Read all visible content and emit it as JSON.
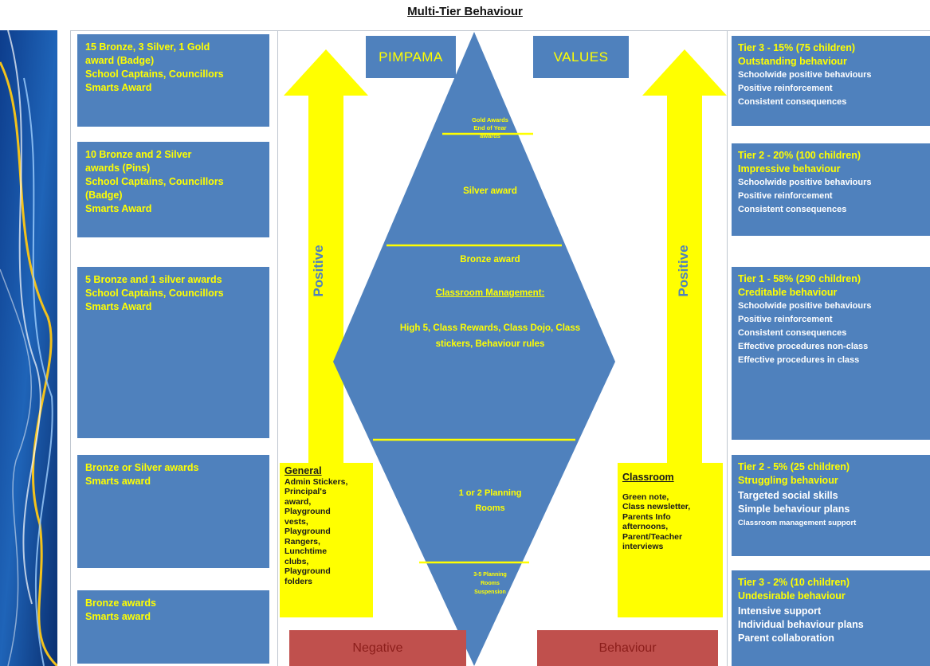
{
  "title": "Multi-Tier Behaviour",
  "colors": {
    "box_blue": "#4f81bd",
    "text_yellow": "#ffff00",
    "arrow_yellow": "#ffff00",
    "negative_red": "#c0504d"
  },
  "left_boxes": [
    {
      "lines": [
        "15 Bronze, 3 Silver, 1 Gold",
        "award (Badge)",
        "School Captains, Councillors",
        "Smarts Award"
      ]
    },
    {
      "lines": [
        "10 Bronze and 2 Silver",
        "awards (Pins)",
        "School Captains, Councillors",
        "(Badge)",
        "Smarts Award"
      ]
    },
    {
      "lines": [
        "5 Bronze and 1 silver awards",
        "School Captains, Councillors",
        "Smarts Award"
      ]
    },
    {
      "lines": [
        "Bronze or Silver awards",
        "Smarts award"
      ]
    },
    {
      "lines": [
        "Bronze awards",
        "Smarts award"
      ]
    }
  ],
  "top_labels": {
    "left": "PIMPAMA",
    "right": "VALUES"
  },
  "diamond": {
    "gold": [
      "Gold Awards",
      "End of Year",
      "awards"
    ],
    "silver": "Silver award",
    "bronze_title": "Bronze award",
    "classroom_heading": "Classroom Management:",
    "classroom_text": [
      "High 5, Class Rewards, Class Dojo, Class",
      "stickers, Behaviour rules"
    ],
    "planning": [
      "1 or 2 Planning",
      "Rooms"
    ],
    "bottom": [
      "3-5 Planning",
      "Rooms",
      "Suspension"
    ]
  },
  "arrows": {
    "left_label": "Positive",
    "right_label": "Positive"
  },
  "general_box": {
    "heading": "General",
    "items": [
      "Admin Stickers,",
      "Principal's",
      "award,",
      "Playground",
      "vests,",
      "Playground",
      "Rangers,",
      "Lunchtime",
      "clubs,",
      "Playground",
      "folders"
    ]
  },
  "classroom_box": {
    "heading": "Classroom",
    "items": [
      "Green note,",
      "Class newsletter,",
      "Parents Info",
      "afternoons,",
      "Parent/Teacher",
      "interviews"
    ]
  },
  "bottom_labels": {
    "left": "Negative",
    "right": "Behaviour"
  },
  "right_boxes": [
    {
      "title": "Tier 3 - 15% (75 children)",
      "subtitle": "Outstanding behaviour",
      "items": [
        "Schoolwide positive behaviours",
        "Positive reinforcement",
        "Consistent consequences"
      ]
    },
    {
      "title": "Tier 2 - 20% (100 children)",
      "subtitle": "Impressive behaviour",
      "items": [
        "Schoolwide positive behaviours",
        "Positive reinforcement",
        "Consistent consequences"
      ]
    },
    {
      "title": "Tier 1 - 58% (290 children)",
      "subtitle": "Creditable behaviour",
      "items": [
        "Schoolwide positive behaviours",
        "Positive reinforcement",
        "Consistent consequences",
        "Effective procedures non-class",
        "Effective procedures in class"
      ]
    },
    {
      "title": "Tier 2 - 5% (25 children)",
      "subtitle": "Struggling behaviour",
      "items": [
        "Targeted social skills",
        "Simple behaviour plans",
        "Classroom management support"
      ]
    },
    {
      "title": "Tier 3 - 2% (10 children)",
      "subtitle": "Undesirable behaviour",
      "items": [
        "Intensive support",
        "Individual behaviour plans",
        "Parent collaboration"
      ]
    }
  ]
}
